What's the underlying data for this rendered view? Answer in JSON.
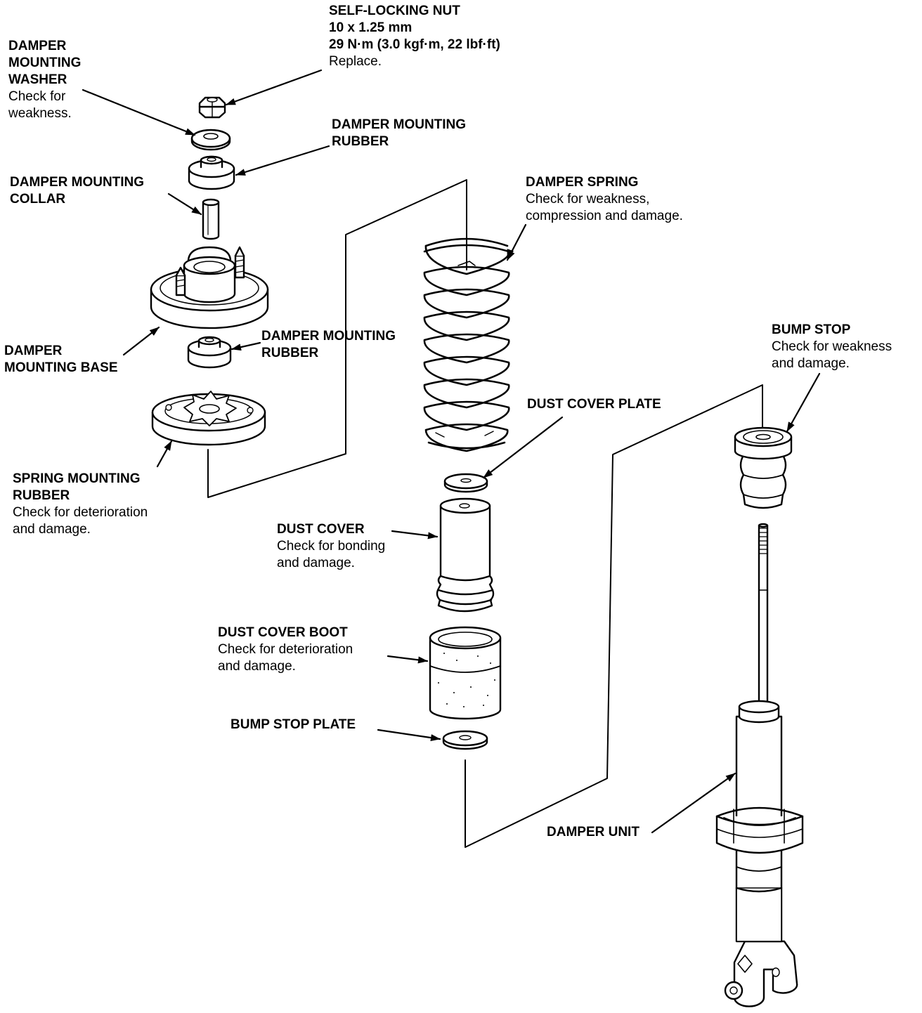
{
  "labels": {
    "self_locking_nut": {
      "title": [
        "SELF-LOCKING NUT",
        "10 x 1.25 mm",
        "29 N·m (3.0 kgf·m, 22 lbf·ft)"
      ],
      "note": [
        "Replace."
      ]
    },
    "damper_mounting_washer": {
      "title": [
        "DAMPER",
        "MOUNTING",
        "WASHER"
      ],
      "note": [
        "Check for",
        "weakness."
      ]
    },
    "damper_mounting_rubber_upper": {
      "title": [
        "DAMPER MOUNTING",
        "RUBBER"
      ],
      "note": []
    },
    "damper_mounting_collar": {
      "title": [
        "DAMPER MOUNTING",
        "COLLAR"
      ],
      "note": []
    },
    "damper_spring": {
      "title": [
        "DAMPER SPRING"
      ],
      "note": [
        "Check for weakness,",
        "compression and damage."
      ]
    },
    "damper_mounting_rubber_lower": {
      "title": [
        "DAMPER MOUNTING",
        "RUBBER"
      ],
      "note": []
    },
    "damper_mounting_base": {
      "title": [
        "DAMPER",
        "MOUNTING BASE"
      ],
      "note": []
    },
    "bump_stop": {
      "title": [
        "BUMP STOP"
      ],
      "note": [
        "Check for weakness",
        "and damage."
      ]
    },
    "dust_cover_plate": {
      "title": [
        "DUST COVER PLATE"
      ],
      "note": []
    },
    "spring_mounting_rubber": {
      "title": [
        "SPRING MOUNTING",
        "RUBBER"
      ],
      "note": [
        "Check for deterioration",
        "and damage."
      ]
    },
    "dust_cover": {
      "title": [
        "DUST COVER"
      ],
      "note": [
        "Check for bonding",
        "and damage."
      ]
    },
    "dust_cover_boot": {
      "title": [
        "DUST COVER BOOT"
      ],
      "note": [
        "Check for deterioration",
        "and damage."
      ]
    },
    "bump_stop_plate": {
      "title": [
        "BUMP STOP PLATE"
      ],
      "note": []
    },
    "damper_unit": {
      "title": [
        "DAMPER UNIT"
      ],
      "note": []
    }
  }
}
